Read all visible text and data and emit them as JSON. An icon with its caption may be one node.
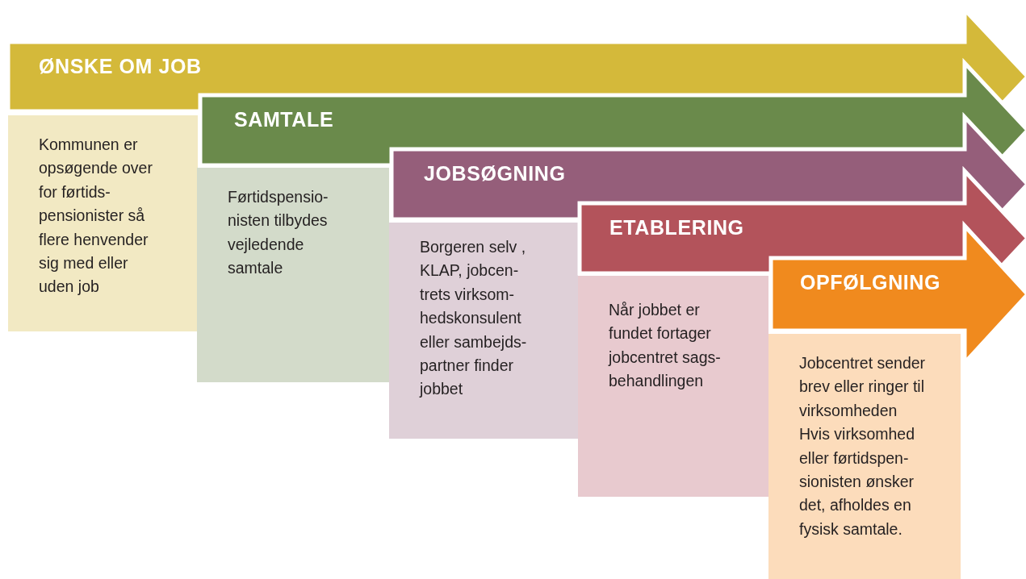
{
  "diagram": {
    "nodes": [
      {
        "text": [
          "ØNSKE OM JOB"
        ]
      },
      {
        "text": [
          "Kommunen er opsøgende over for førtids- pensionister så flere henvender sig med eller uden job"
        ]
      },
      {
        "text": [
          "SAMTALE"
        ]
      },
      {
        "text": [
          "Førtidspensio- nisten tilbydes vejledende samtale"
        ]
      },
      {
        "text": [
          "JOBSØGNING"
        ]
      },
      {
        "text": [
          "Borgeren selv , KLAP, jobcen- trets virksom- hedskonsulent eller sambejds- partner finder jobbet"
        ]
      },
      {
        "text": [
          "ETABLERING"
        ]
      },
      {
        "text": [
          "Når jobbet er fundet fortager jobcentret sags- behandlingen"
        ]
      },
      {
        "text": [
          "OPFØLGNING"
        ]
      },
      {
        "text": [
          "Jobcentret sender brev eller ringer til virksomheden Hvis virksomhed eller førtidspen- sionisten ønsker det, afholdes en fysisk samtale."
        ]
      }
    ]
  }
}
